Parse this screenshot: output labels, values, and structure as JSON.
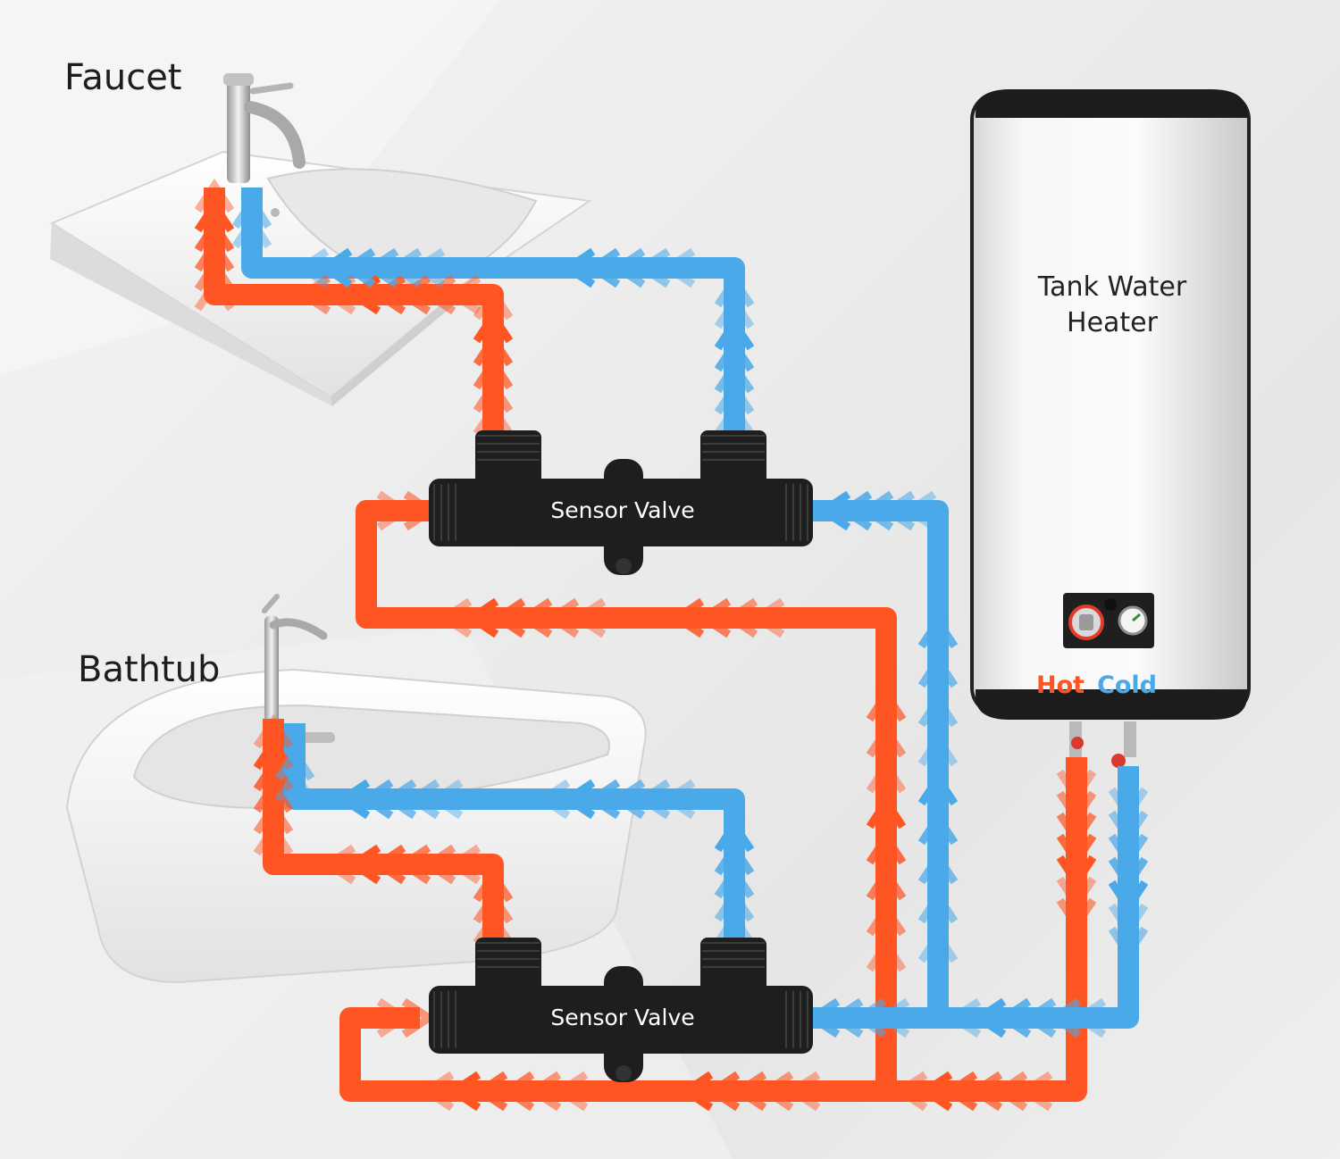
{
  "labels": {
    "faucet": "Faucet",
    "bathtub": "Bathtub",
    "heater_line1": "Tank Water",
    "heater_line2": "Heater",
    "hot": "Hot",
    "cold": "Cold"
  },
  "valves": {
    "top": "Sensor Valve",
    "bottom": "Sensor Valve"
  },
  "colors": {
    "hot": "#ff5523",
    "cold": "#4aa9e8",
    "valve": "#1e1e1e",
    "tank": "#f4f4f4"
  }
}
